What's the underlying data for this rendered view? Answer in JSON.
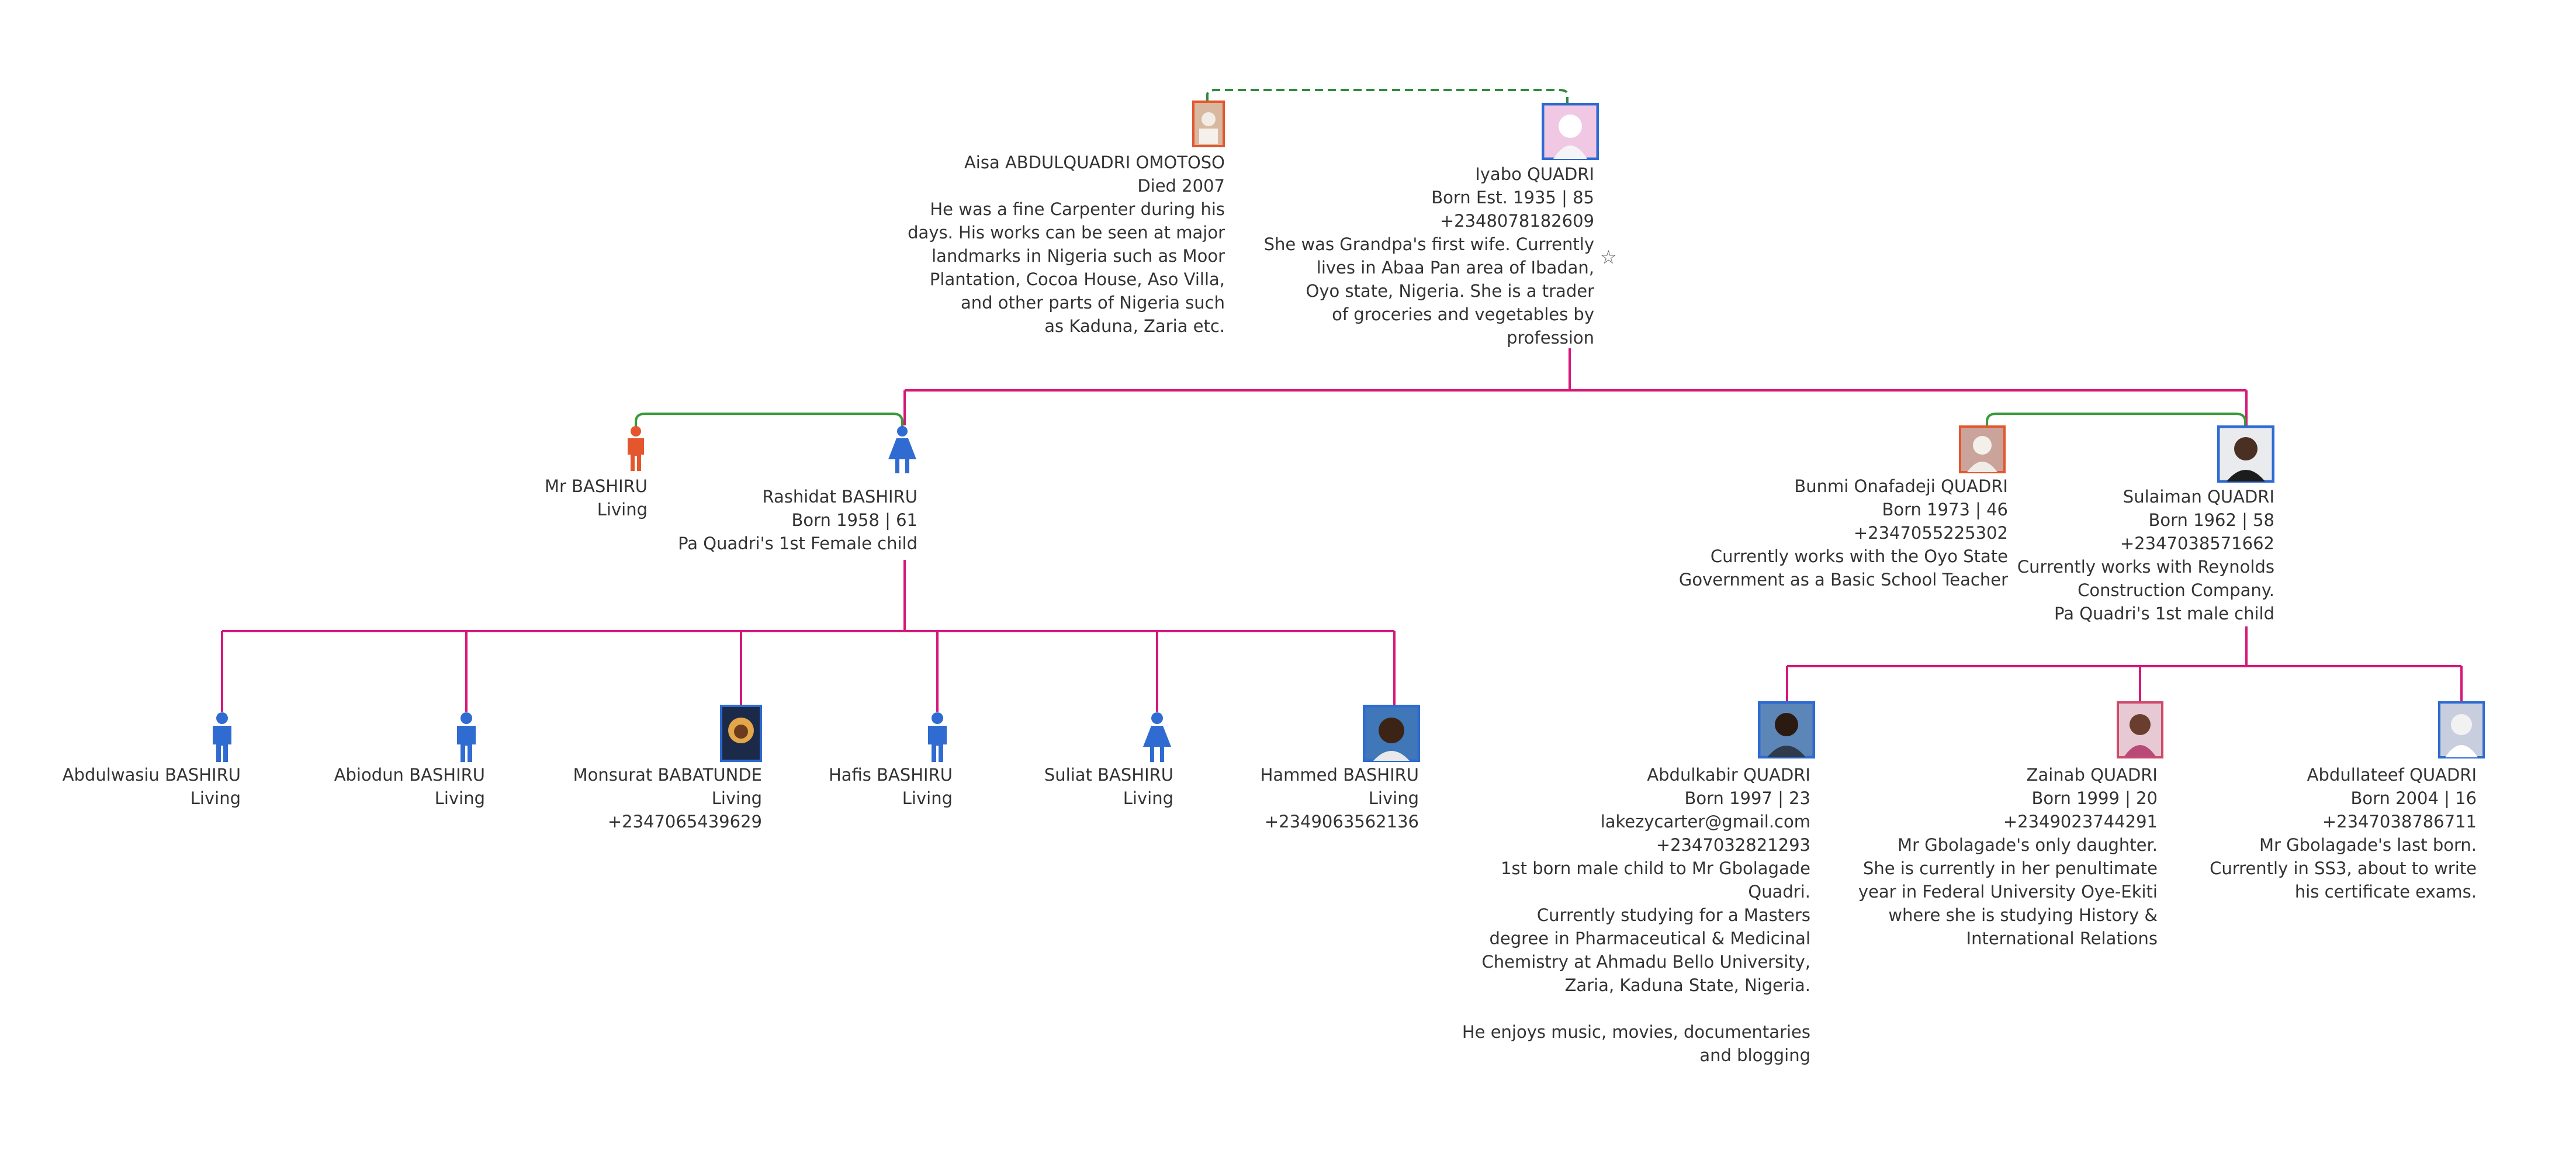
{
  "colors": {
    "descent_line": "#d6177a",
    "spouse_line": "#3a9b3a",
    "spouse_dashed": "#2e8b3a",
    "male": "#2f6bd1",
    "female_icon": "#e4572e",
    "text": "#333333"
  },
  "star_icon": "☆",
  "people": {
    "aisa": {
      "name": "Aisa ABDULQUADRI OMOTOSO",
      "dates": "Died 2007",
      "bio": [
        "He was a fine Carpenter during his",
        "days. His works can be seen at major",
        "landmarks in Nigeria such as Moor",
        "Plantation, Cocoa House, Aso Villa,",
        "and other parts of Nigeria such",
        "as Kaduna, Zaria etc."
      ]
    },
    "iyabo": {
      "name": "Iyabo QUADRI",
      "dates": "Born Est. 1935 | 85",
      "phone": "+2348078182609",
      "bio": [
        "She was Grandpa's first wife. Currently",
        "lives in Abaa Pan area of Ibadan,",
        "Oyo state, Nigeria. She is a trader",
        "of groceries and vegetables by",
        "profession"
      ]
    },
    "mr_bashiru": {
      "name": "Mr BASHIRU",
      "dates": "Living"
    },
    "rashidat": {
      "name": "Rashidat BASHIRU",
      "dates": "Born 1958 | 61",
      "bio": [
        "Pa Quadri's 1st Female child"
      ]
    },
    "bunmi": {
      "name": "Bunmi Onafadeji QUADRI",
      "dates": "Born 1973 | 46",
      "phone": "+2347055225302",
      "bio": [
        "Currently works with the Oyo State",
        "Government as a Basic School Teacher"
      ]
    },
    "sulaiman": {
      "name": "Sulaiman QUADRI",
      "dates": "Born 1962 | 58",
      "phone": "+2347038571662",
      "bio": [
        "Currently works with Reynolds",
        "Construction  Company.",
        "Pa Quadri's 1st male child"
      ]
    },
    "abdulwasiu": {
      "name": "Abdulwasiu BASHIRU",
      "dates": "Living"
    },
    "abiodun": {
      "name": "Abiodun BASHIRU",
      "dates": "Living"
    },
    "monsurat": {
      "name": "Monsurat BABATUNDE",
      "dates": "Living",
      "phone": "+2347065439629"
    },
    "hafis": {
      "name": "Hafis BASHIRU",
      "dates": "Living"
    },
    "suliat": {
      "name": "Suliat BASHIRU",
      "dates": "Living"
    },
    "hammed": {
      "name": "Hammed BASHIRU",
      "dates": "Living",
      "phone": "+2349063562136"
    },
    "abdulkabir": {
      "name": "Abdulkabir QUADRI",
      "dates": "Born 1997 | 23",
      "email": "lakezycarter@gmail.com",
      "phone": "+2347032821293",
      "bio": [
        "1st born male child to Mr Gbolagade",
        "Quadri.",
        "Currently studying for a Masters",
        "degree in Pharmaceutical & Medicinal",
        "Chemistry at Ahmadu Bello University,",
        "Zaria, Kaduna State, Nigeria.",
        "",
        "He enjoys music, movies, documentaries",
        "and blogging"
      ]
    },
    "zainab": {
      "name": "Zainab QUADRI",
      "dates": "Born 1999 | 20",
      "phone": "+2349023744291",
      "bio": [
        "Mr Gbolagade's only daughter.",
        "She is currently in her penultimate",
        "year in Federal University Oye-Ekiti",
        "where she is studying History &",
        "International Relations"
      ]
    },
    "abdullateef": {
      "name": "Abdullateef QUADRI",
      "dates": "Born 2004 | 16",
      "phone": "+2347038786711",
      "bio": [
        "Mr Gbolagade's last born.",
        "Currently in SS3, about to write",
        "his certificate exams."
      ]
    }
  }
}
